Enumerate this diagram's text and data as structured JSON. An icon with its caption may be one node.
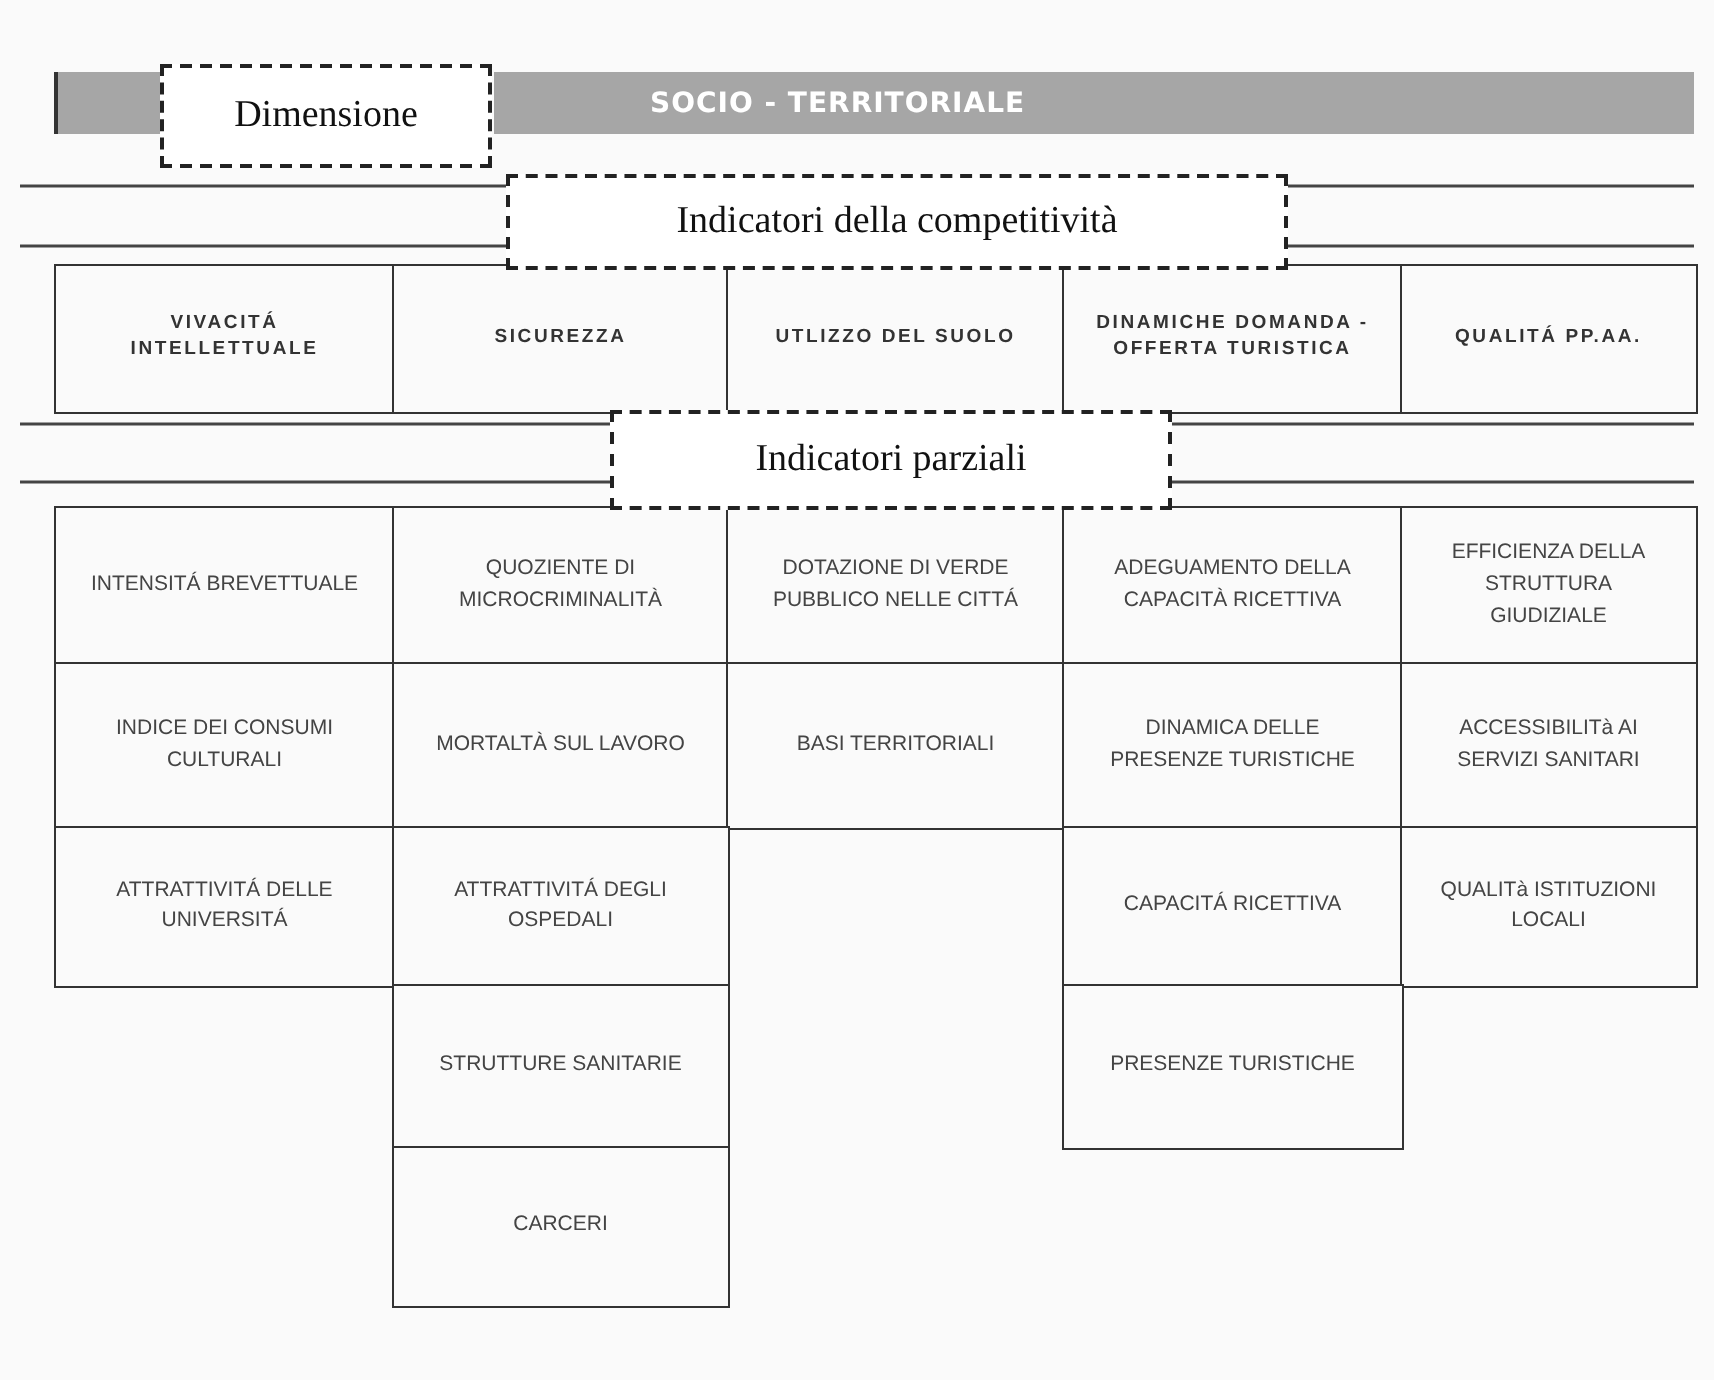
{
  "diagram": {
    "nodes": [
      {
        "text": [
          "SOCIO - TERRITORIALE"
        ]
      },
      {
        "text": [
          "Dimensione"
        ]
      },
      {
        "text": [
          "Indicatori della competitività"
        ]
      },
      {
        "text": [
          "VIVACITÁ INTELLETTUALE"
        ]
      },
      {
        "text": [
          "SICUREZZA"
        ]
      },
      {
        "text": [
          "UTLIZZO DEL SUOLO"
        ]
      },
      {
        "text": [
          "DINAMICHE DOMANDA - OFFERTA TURISTICA"
        ]
      },
      {
        "text": [
          "QUALITÁ PP.AA."
        ]
      },
      {
        "text": [
          "Indicatori parziali"
        ]
      },
      {
        "text": [
          "INTENSITÁ BREVETTUALE"
        ]
      },
      {
        "text": [
          "QUOZIENTE DI MICROCRIMINALITÀ"
        ]
      },
      {
        "text": [
          "DOTAZIONE DI VERDE PUBBLICO NELLE CITTÁ"
        ]
      },
      {
        "text": [
          "ADEGUAMENTO DELLA CAPACITÀ RICETTIVA"
        ]
      },
      {
        "text": [
          "EFFICIENZA DELLA STRUTTURA GIUDIZIALE"
        ]
      },
      {
        "text": [
          "INDICE DEI CONSUMI CULTURALI"
        ]
      },
      {
        "text": [
          "MORTALTÀ SUL LAVORO"
        ]
      },
      {
        "text": [
          "BASI TERRITORIALI"
        ]
      },
      {
        "text": [
          "DINAMICA DELLE PRESENZE TURISTICHE"
        ]
      },
      {
        "text": [
          "ACCESSIBILITà AI SERVIZI SANITARI"
        ]
      },
      {
        "text": [
          "ATTRATTIVITÁ DELLE UNIVERSITÁ"
        ]
      },
      {
        "text": [
          "ATTRATTIVITÁ DEGLI OSPEDALI"
        ]
      },
      {
        "text": [
          "CAPACITÁ RICETTIVA"
        ]
      },
      {
        "text": [
          "QUALITà ISTITUZIONI LOCALI"
        ]
      },
      {
        "text": [
          "STRUTTURE SANITARIE"
        ]
      },
      {
        "text": [
          "PRESENZE TURISTICHE"
        ]
      },
      {
        "text": [
          "CARCERI"
        ]
      }
    ]
  }
}
